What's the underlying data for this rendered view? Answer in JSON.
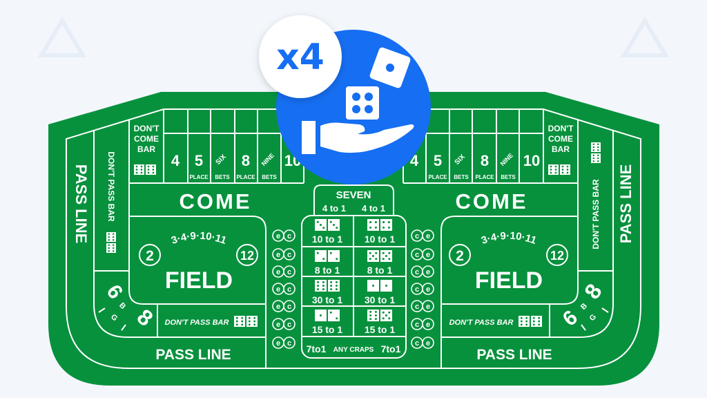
{
  "colors": {
    "background": "#f3f7fc",
    "felt": "#07913d",
    "lines": "#ffffff",
    "badge_blue": "#166ef2",
    "multiplier_bg": "#ffffff"
  },
  "badge": {
    "multiplier": "x4",
    "icon": "hand-rolling-dice-icon",
    "dice_shown": [
      1,
      4
    ]
  },
  "sides": {
    "left": {
      "dont_come_bar": [
        "DON'T",
        "COME",
        "BAR"
      ],
      "place_numbers": [
        "4",
        "5",
        "SIX",
        "8",
        "NINE",
        "10"
      ],
      "place_labels": [
        "PLACE",
        "BETS",
        "PLACE",
        "BETS"
      ],
      "come": "COME",
      "field_numbers": "3·4·9·10·11",
      "field_two": "2",
      "field_twelve": "12",
      "field": "FIELD",
      "dont_pass_bar_side": "DON'T PASS BAR",
      "dont_pass_bar_bottom": "DON'T PASS BAR",
      "pass_line_side": "PASS LINE",
      "pass_line_bottom": "PASS LINE",
      "big_six": "6",
      "big_eight": "8",
      "big_letters": [
        "B",
        "G"
      ]
    },
    "right": {
      "dont_come_bar": [
        "DON'T",
        "COME",
        "BAR"
      ],
      "place_numbers": [
        "4",
        "5",
        "SIX",
        "8",
        "NINE",
        "10"
      ],
      "place_labels": [
        "PLACE",
        "BETS",
        "PLACE",
        "BETS"
      ],
      "come": "COME",
      "field_numbers": "3·4·9·10·11",
      "field_two": "2",
      "field_twelve": "12",
      "field": "FIELD",
      "dont_pass_bar_side": "DON'T PASS BAR",
      "dont_pass_bar_bottom": "DON'T PASS BAR",
      "pass_line_side": "PASS LINE",
      "pass_line_bottom": "PASS LINE",
      "big_six": "6",
      "big_eight": "8",
      "big_letters": [
        "B",
        "G"
      ]
    }
  },
  "center": {
    "seven": {
      "label": "SEVEN",
      "odds_left": "4 to 1",
      "odds_right": "4 to 1"
    },
    "props": [
      {
        "dice": [
          3,
          3
        ],
        "odds": "10 to 1"
      },
      {
        "dice": [
          4,
          4
        ],
        "odds": "10 to 1"
      },
      {
        "dice": [
          2,
          2
        ],
        "odds": "8 to 1"
      },
      {
        "dice": [
          5,
          5
        ],
        "odds": "8 to 1"
      },
      {
        "dice": [
          6,
          6
        ],
        "odds": "30 to 1"
      },
      {
        "dice": [
          1,
          1
        ],
        "odds": "30 to 1"
      },
      {
        "dice": [
          1,
          2
        ],
        "odds": "15 to 1"
      },
      {
        "dice": [
          6,
          5
        ],
        "odds": "15 to 1"
      }
    ],
    "any_craps": {
      "left_odds": "7to1",
      "label": "ANY CRAPS",
      "right_odds": "7to1"
    },
    "ce_left": [
      "e",
      "c"
    ],
    "ce_right": [
      "c",
      "e"
    ],
    "ce_rows": 7
  }
}
